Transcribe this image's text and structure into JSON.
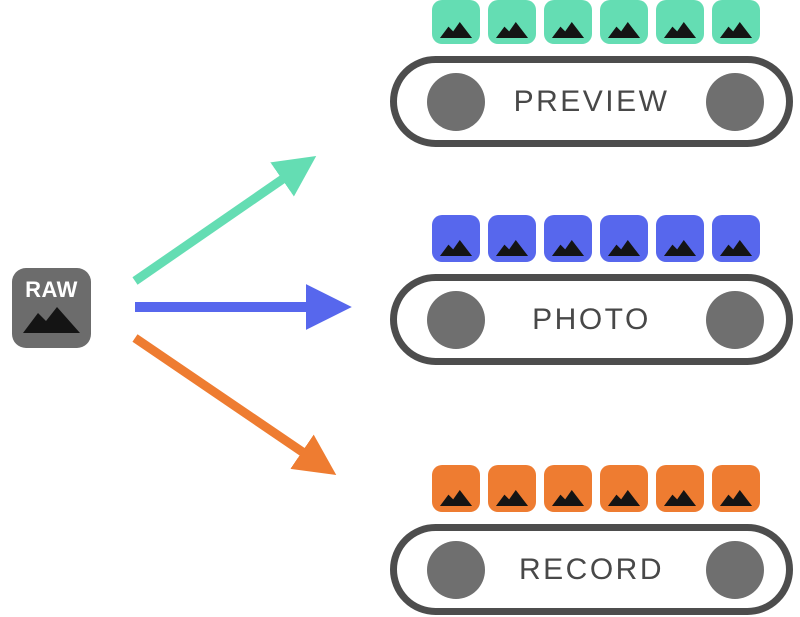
{
  "source": {
    "label": "RAW",
    "icon": "mountain-photo-icon"
  },
  "streams": [
    {
      "id": "preview",
      "label": "PREVIEW",
      "color": "#64ddb3",
      "thumbnail_count": 6
    },
    {
      "id": "photo",
      "label": "PHOTO",
      "color": "#5767ed",
      "thumbnail_count": 6
    },
    {
      "id": "record",
      "label": "RECORD",
      "color": "#ee7c31",
      "thumbnail_count": 6
    }
  ],
  "colors": {
    "background": "#ffffff",
    "pill_border": "#4d4d4d",
    "circle_fill": "#6f6f6f",
    "label_text": "#484848",
    "source_fill": "#6c6c6c",
    "mountain": "#141414"
  }
}
